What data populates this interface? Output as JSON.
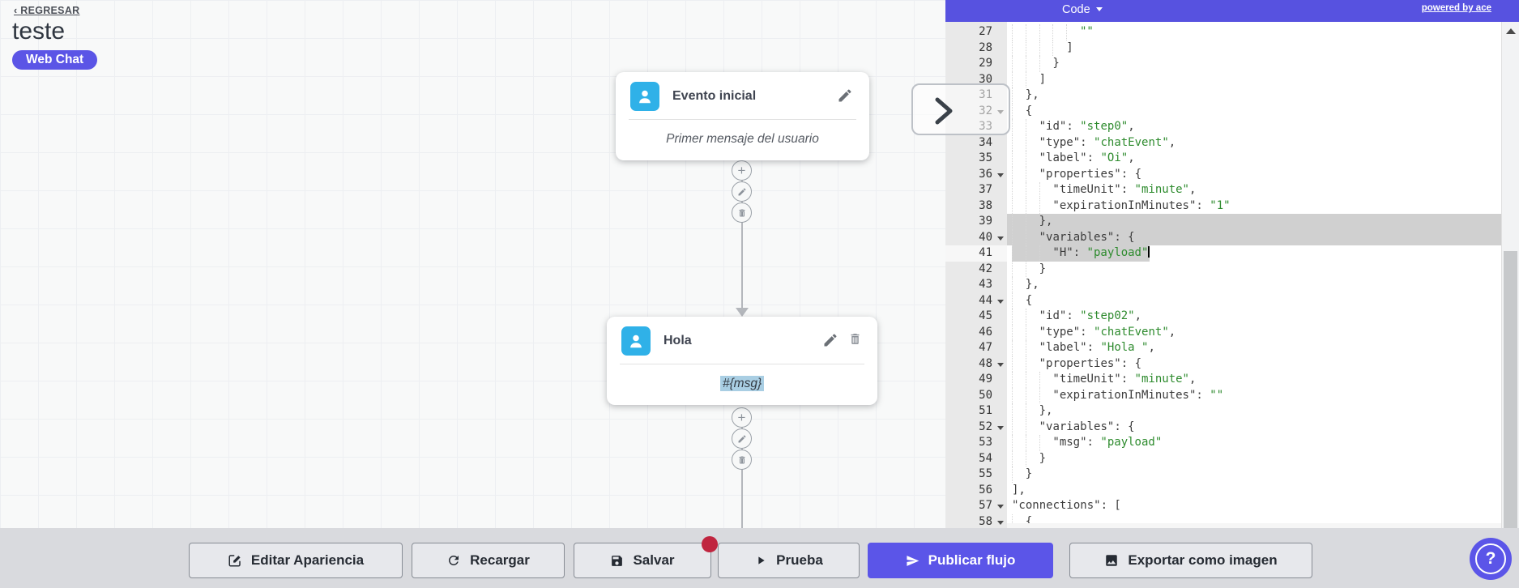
{
  "page": {
    "back_link": "‹ REGRESAR",
    "flow_title": "teste",
    "channel_badge": "Web Chat"
  },
  "nodes": {
    "initial": {
      "title": "Evento inicial",
      "body": "Primer mensaje del usuario"
    },
    "hola": {
      "title": "Hola",
      "body": "#{msg}"
    }
  },
  "code_panel": {
    "title": "Code",
    "powered_by": "powered by ace",
    "lines": [
      {
        "num": 27,
        "indent": 5,
        "tokens": [
          [
            "s",
            "\"\""
          ]
        ]
      },
      {
        "num": 28,
        "indent": 4,
        "tokens": [
          [
            "p",
            "]"
          ]
        ]
      },
      {
        "num": 29,
        "indent": 3,
        "tokens": [
          [
            "p",
            "}"
          ]
        ]
      },
      {
        "num": 30,
        "indent": 2,
        "tokens": [
          [
            "p",
            "]"
          ]
        ]
      },
      {
        "num": 31,
        "indent": 1,
        "tokens": [
          [
            "p",
            "},"
          ]
        ]
      },
      {
        "num": 32,
        "indent": 1,
        "fold": true,
        "tokens": [
          [
            "p",
            "{"
          ]
        ]
      },
      {
        "num": 33,
        "indent": 2,
        "tokens": [
          [
            "k",
            "\"id\""
          ],
          [
            "p",
            ": "
          ],
          [
            "s",
            "\"step0\""
          ],
          [
            "p",
            ","
          ]
        ]
      },
      {
        "num": 34,
        "indent": 2,
        "tokens": [
          [
            "k",
            "\"type\""
          ],
          [
            "p",
            ": "
          ],
          [
            "s",
            "\"chatEvent\""
          ],
          [
            "p",
            ","
          ]
        ]
      },
      {
        "num": 35,
        "indent": 2,
        "tokens": [
          [
            "k",
            "\"label\""
          ],
          [
            "p",
            ": "
          ],
          [
            "s",
            "\"Oi\""
          ],
          [
            "p",
            ","
          ]
        ]
      },
      {
        "num": 36,
        "indent": 2,
        "fold": true,
        "tokens": [
          [
            "k",
            "\"properties\""
          ],
          [
            "p",
            ": {"
          ]
        ]
      },
      {
        "num": 37,
        "indent": 3,
        "tokens": [
          [
            "k",
            "\"timeUnit\""
          ],
          [
            "p",
            ": "
          ],
          [
            "s",
            "\"minute\""
          ],
          [
            "p",
            ","
          ]
        ]
      },
      {
        "num": 38,
        "indent": 3,
        "tokens": [
          [
            "k",
            "\"expirationInMinutes\""
          ],
          [
            "p",
            ": "
          ],
          [
            "s",
            "\"1\""
          ]
        ]
      },
      {
        "num": 39,
        "indent": 2,
        "sel": "full",
        "tokens": [
          [
            "p",
            "},"
          ]
        ]
      },
      {
        "num": 40,
        "indent": 2,
        "fold": true,
        "sel": "full",
        "tokens": [
          [
            "k",
            "\"variables\""
          ],
          [
            "p",
            ": {"
          ]
        ]
      },
      {
        "num": 41,
        "indent": 3,
        "sel": "text",
        "cursor": true,
        "tokens": [
          [
            "k",
            "\"H\""
          ],
          [
            "p",
            ": "
          ],
          [
            "s",
            "\"payload\""
          ]
        ]
      },
      {
        "num": 42,
        "indent": 2,
        "tokens": [
          [
            "p",
            "}"
          ]
        ]
      },
      {
        "num": 43,
        "indent": 1,
        "tokens": [
          [
            "p",
            "},"
          ]
        ]
      },
      {
        "num": 44,
        "indent": 1,
        "fold": true,
        "tokens": [
          [
            "p",
            "{"
          ]
        ]
      },
      {
        "num": 45,
        "indent": 2,
        "tokens": [
          [
            "k",
            "\"id\""
          ],
          [
            "p",
            ": "
          ],
          [
            "s",
            "\"step02\""
          ],
          [
            "p",
            ","
          ]
        ]
      },
      {
        "num": 46,
        "indent": 2,
        "tokens": [
          [
            "k",
            "\"type\""
          ],
          [
            "p",
            ": "
          ],
          [
            "s",
            "\"chatEvent\""
          ],
          [
            "p",
            ","
          ]
        ]
      },
      {
        "num": 47,
        "indent": 2,
        "tokens": [
          [
            "k",
            "\"label\""
          ],
          [
            "p",
            ": "
          ],
          [
            "s",
            "\"Hola \""
          ],
          [
            "p",
            ","
          ]
        ]
      },
      {
        "num": 48,
        "indent": 2,
        "fold": true,
        "tokens": [
          [
            "k",
            "\"properties\""
          ],
          [
            "p",
            ": {"
          ]
        ]
      },
      {
        "num": 49,
        "indent": 3,
        "tokens": [
          [
            "k",
            "\"timeUnit\""
          ],
          [
            "p",
            ": "
          ],
          [
            "s",
            "\"minute\""
          ],
          [
            "p",
            ","
          ]
        ]
      },
      {
        "num": 50,
        "indent": 3,
        "tokens": [
          [
            "k",
            "\"expirationInMinutes\""
          ],
          [
            "p",
            ": "
          ],
          [
            "s",
            "\"\""
          ]
        ]
      },
      {
        "num": 51,
        "indent": 2,
        "tokens": [
          [
            "p",
            "},"
          ]
        ]
      },
      {
        "num": 52,
        "indent": 2,
        "fold": true,
        "tokens": [
          [
            "k",
            "\"variables\""
          ],
          [
            "p",
            ": {"
          ]
        ]
      },
      {
        "num": 53,
        "indent": 3,
        "tokens": [
          [
            "k",
            "\"msg\""
          ],
          [
            "p",
            ": "
          ],
          [
            "s",
            "\"payload\""
          ]
        ]
      },
      {
        "num": 54,
        "indent": 2,
        "tokens": [
          [
            "p",
            "}"
          ]
        ]
      },
      {
        "num": 55,
        "indent": 1,
        "tokens": [
          [
            "p",
            "}"
          ]
        ]
      },
      {
        "num": 56,
        "indent": 0,
        "tokens": [
          [
            "p",
            "],"
          ]
        ]
      },
      {
        "num": 57,
        "indent": 0,
        "fold": true,
        "tokens": [
          [
            "k",
            "\"connections\""
          ],
          [
            "p",
            ": ["
          ]
        ]
      },
      {
        "num": 58,
        "indent": 1,
        "fold": true,
        "tokens": [
          [
            "p",
            "{"
          ]
        ]
      }
    ]
  },
  "toolbar": {
    "buttons": [
      {
        "label": "Editar Apariencia"
      },
      {
        "label": "Recargar"
      },
      {
        "label": "Salvar"
      },
      {
        "label": "Prueba"
      },
      {
        "label": "Publicar flujo"
      },
      {
        "label": "Exportar como imagen"
      }
    ]
  },
  "help": {
    "label": "?"
  },
  "colors": {
    "accent_purple": "#5b55e6",
    "node_icon_blue": "#2fb1e8",
    "code_string_green": "#2e8b2e",
    "selection_gray": "#d0d0d0",
    "msg_highlight_blue": "#a9cee3",
    "unsaved_badge_red": "#c0253f"
  }
}
